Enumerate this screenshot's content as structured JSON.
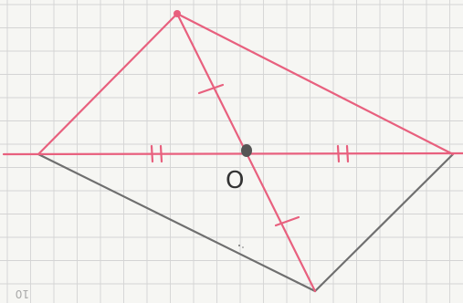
{
  "diagram": {
    "center_label": "O",
    "page_number": "10",
    "colors": {
      "pink": "#e8607e",
      "gray": "#6f6f6f",
      "grid": "#d4d4d4",
      "paper": "#f6f6f3",
      "label": "#333333"
    },
    "segments": [
      {
        "id": "top-left-side",
        "color": "pink"
      },
      {
        "id": "top-right-side",
        "color": "pink"
      },
      {
        "id": "bottom-left-side",
        "color": "gray"
      },
      {
        "id": "bottom-right-side",
        "color": "gray"
      },
      {
        "id": "horizontal-diagonal",
        "color": "pink",
        "tick_marks": 2
      },
      {
        "id": "slanted-diagonal",
        "color": "pink",
        "tick_marks": 1
      }
    ]
  }
}
